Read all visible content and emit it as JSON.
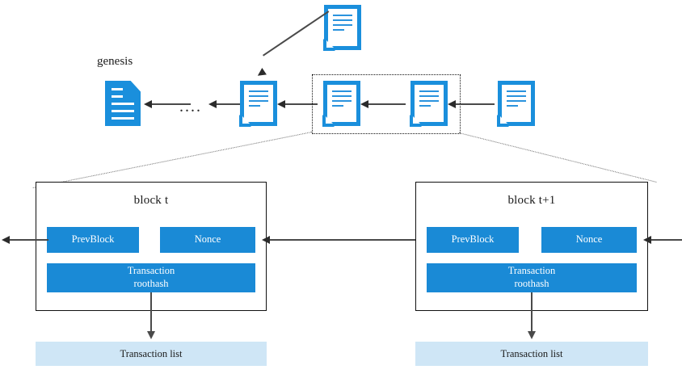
{
  "diagram": {
    "title": "blockchain-structure-diagram",
    "colors": {
      "block_blue": "#1a8ad6",
      "icon_blue": "#1a8fdc",
      "transaction_list_blue": "#cfe6f6",
      "line_dark": "#4a4a4a",
      "text_dark": "#1a1a1a",
      "white": "#ffffff"
    },
    "genesis_label": "genesis",
    "ellipsis": "....",
    "chain_icons": [
      {
        "name": "orphan-block-icon",
        "style": "outline"
      },
      {
        "name": "block-icon-1",
        "style": "outline"
      },
      {
        "name": "block-icon-2",
        "style": "outline"
      },
      {
        "name": "block-icon-3",
        "style": "outline"
      },
      {
        "name": "block-icon-4",
        "style": "outline"
      }
    ],
    "genesis_icon": {
      "name": "genesis-block-icon",
      "style": "solid"
    },
    "blocks": [
      {
        "title": "block t",
        "prev_block": "PrevBlock",
        "nonce": "Nonce",
        "roothash_line1": "Transaction",
        "roothash_line2": "roothash",
        "transaction_list": "Transaction list"
      },
      {
        "title": "block t+1",
        "prev_block": "PrevBlock",
        "nonce": "Nonce",
        "roothash_line1": "Transaction",
        "roothash_line2": "roothash",
        "transaction_list": "Transaction list"
      }
    ]
  }
}
